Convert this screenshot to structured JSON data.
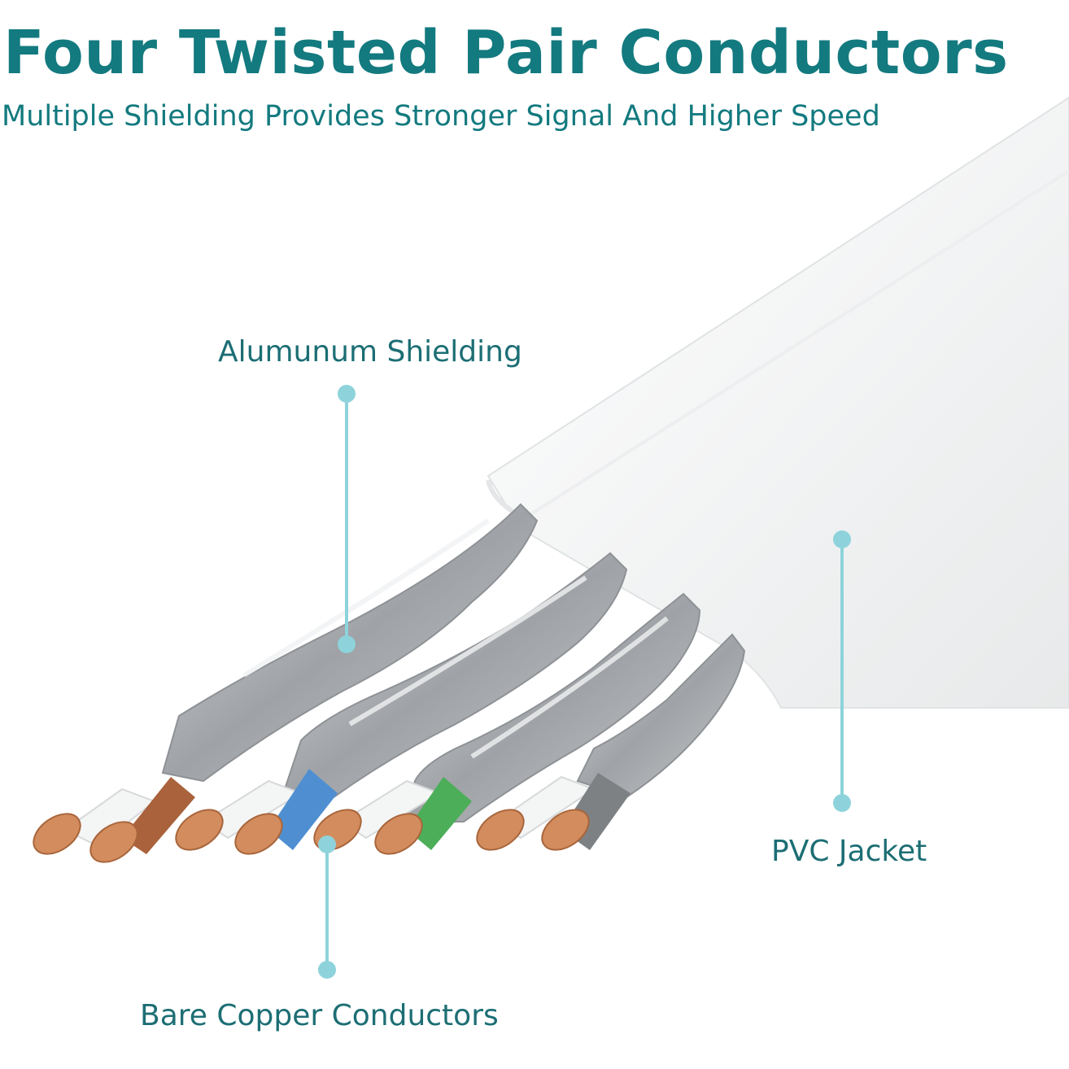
{
  "header": {
    "title": "Four Twisted Pair Conductors",
    "subtitle": "Multiple Shielding Provides Stronger Signal And Higher Speed"
  },
  "callouts": {
    "aluminum_shielding": "Alumunum Shielding",
    "pvc_jacket": "PVC Jacket",
    "bare_copper": "Bare Copper Conductors"
  },
  "colors": {
    "title": "#137a7f",
    "label": "#1c6e74",
    "callout_line": "#8ed3db",
    "jacket": "#f5f6f6",
    "shield": "#b7b9bc",
    "copper": "#d38c5d",
    "pair_colors": [
      "#a9623b",
      "#4f8fd1",
      "#4cae59",
      "#7e8184"
    ]
  }
}
